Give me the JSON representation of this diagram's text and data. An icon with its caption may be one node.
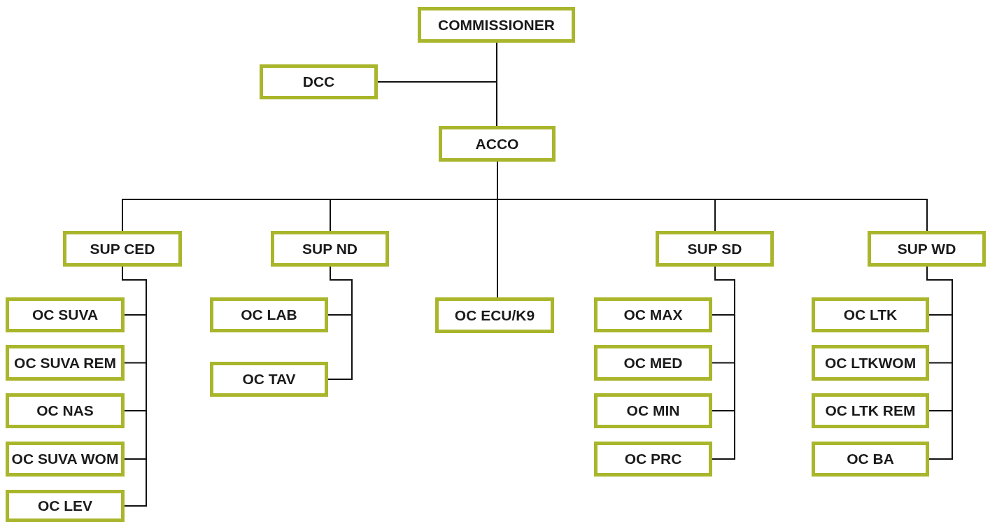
{
  "diagram": {
    "nodes": [
      {
        "text": [
          "COMMISSIONER"
        ]
      },
      {
        "text": [
          "DCC"
        ]
      },
      {
        "text": [
          "ACCO"
        ]
      },
      {
        "text": [
          "SUP CED"
        ]
      },
      {
        "text": [
          "SUP ND"
        ]
      },
      {
        "text": [
          "OC ECU/K9"
        ]
      },
      {
        "text": [
          "SUP SD"
        ]
      },
      {
        "text": [
          "SUP WD"
        ]
      },
      {
        "text": [
          "OC SUVA"
        ]
      },
      {
        "text": [
          "OC SUVA REM"
        ]
      },
      {
        "text": [
          "OC NAS"
        ]
      },
      {
        "text": [
          "OC SUVA WOM"
        ]
      },
      {
        "text": [
          "OC LEV"
        ]
      },
      {
        "text": [
          "OC LAB"
        ]
      },
      {
        "text": [
          "OC TAV"
        ]
      },
      {
        "text": [
          "OC MAX"
        ]
      },
      {
        "text": [
          "OC MED"
        ]
      },
      {
        "text": [
          "OC MIN"
        ]
      },
      {
        "text": [
          "OC PRC"
        ]
      },
      {
        "text": [
          "OC LTK"
        ]
      },
      {
        "text": [
          "OC LTKWOM"
        ]
      },
      {
        "text": [
          "OC LTK REM"
        ]
      },
      {
        "text": [
          "OC BA"
        ]
      }
    ],
    "edges": [
      {
        "from": 0,
        "to": 1,
        "arrow": "none"
      },
      {
        "from": 0,
        "to": 2,
        "arrow": "none"
      },
      {
        "from": 2,
        "to": 3,
        "arrow": "none"
      },
      {
        "from": 2,
        "to": 4,
        "arrow": "none"
      },
      {
        "from": 2,
        "to": 5,
        "arrow": "none"
      },
      {
        "from": 2,
        "to": 6,
        "arrow": "none"
      },
      {
        "from": 2,
        "to": 7,
        "arrow": "none"
      },
      {
        "from": 3,
        "to": 8,
        "arrow": "none"
      },
      {
        "from": 3,
        "to": 9,
        "arrow": "none"
      },
      {
        "from": 3,
        "to": 10,
        "arrow": "none"
      },
      {
        "from": 3,
        "to": 11,
        "arrow": "none"
      },
      {
        "from": 3,
        "to": 12,
        "arrow": "none"
      },
      {
        "from": 4,
        "to": 13,
        "arrow": "none"
      },
      {
        "from": 4,
        "to": 14,
        "arrow": "none"
      },
      {
        "from": 6,
        "to": 15,
        "arrow": "none"
      },
      {
        "from": 6,
        "to": 16,
        "arrow": "none"
      },
      {
        "from": 6,
        "to": 17,
        "arrow": "none"
      },
      {
        "from": 6,
        "to": 18,
        "arrow": "none"
      },
      {
        "from": 7,
        "to": 19,
        "arrow": "none"
      },
      {
        "from": 7,
        "to": 20,
        "arrow": "none"
      },
      {
        "from": 7,
        "to": 21,
        "arrow": "none"
      },
      {
        "from": 7,
        "to": 22,
        "arrow": "none"
      }
    ]
  }
}
